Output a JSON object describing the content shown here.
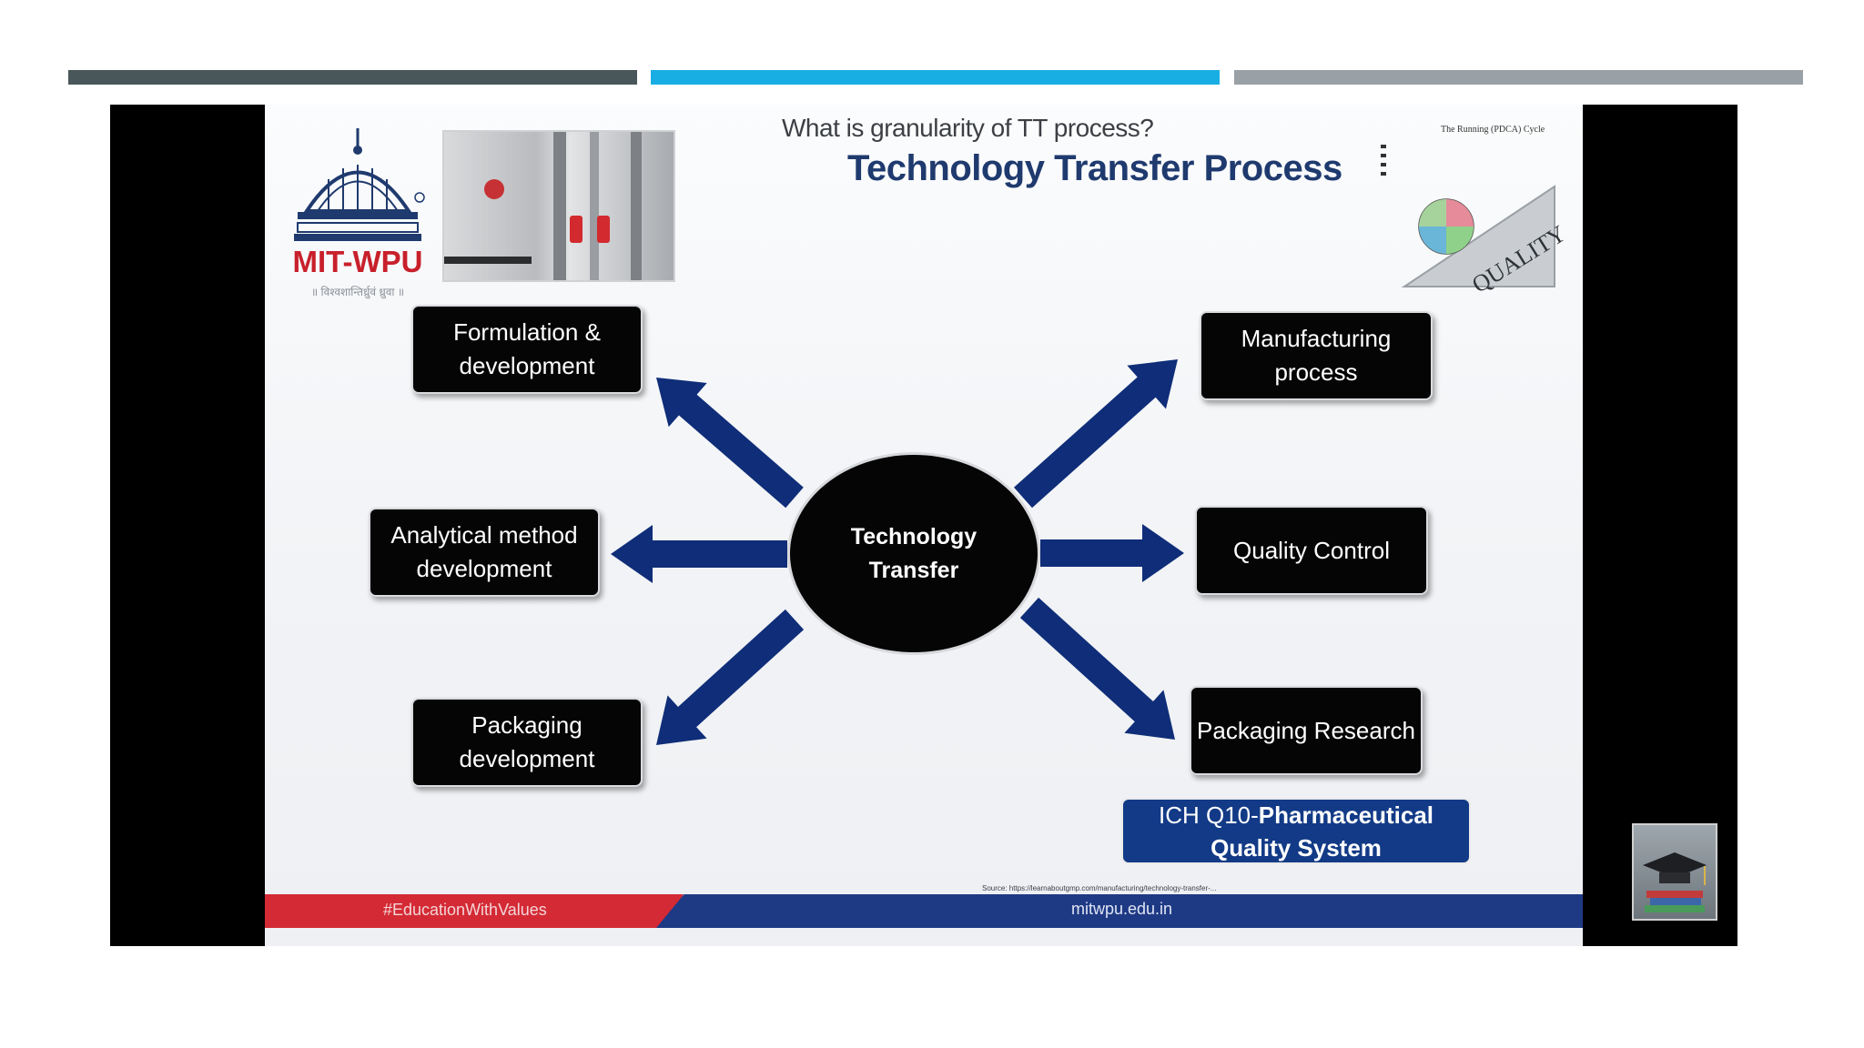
{
  "slide": {
    "question": "What is granularity of TT process?",
    "title": "Technology Transfer Process",
    "logo": {
      "name": "MIT-WPU",
      "tagline": "॥ विश्वशान्तिर्ध्रुवं ध्रुवा ॥"
    },
    "graphic_caption": "The Running (PDCA) Cycle",
    "graphic_word": "QUALITY",
    "hub": "Technology Transfer",
    "nodes": {
      "formulation": "Formulation & development",
      "analytical": "Analytical method development",
      "packaging_dev": "Packaging development",
      "manufacturing": "Manufacturing process",
      "quality_control": "Quality Control",
      "packaging_research": "Packaging Research"
    },
    "ich_prefix": "ICH Q10-",
    "ich_bold": "Pharmaceutical Quality System",
    "source": "Source: https://learnaboutgmp.com/manufacturing/technology-transfer-...",
    "footer_tag": "#EducationWithValues",
    "footer_url": "mitwpu.edu.in"
  },
  "colors": {
    "arrow": "#0f2d78",
    "accent_red": "#d42a35",
    "accent_blue": "#1f3a85",
    "bar_dark": "#4a575a",
    "bar_cyan": "#19aee3",
    "bar_gray": "#9aa1a6"
  },
  "icons": [
    "university-dome-icon",
    "graduation-cap-thumbnail-icon"
  ]
}
